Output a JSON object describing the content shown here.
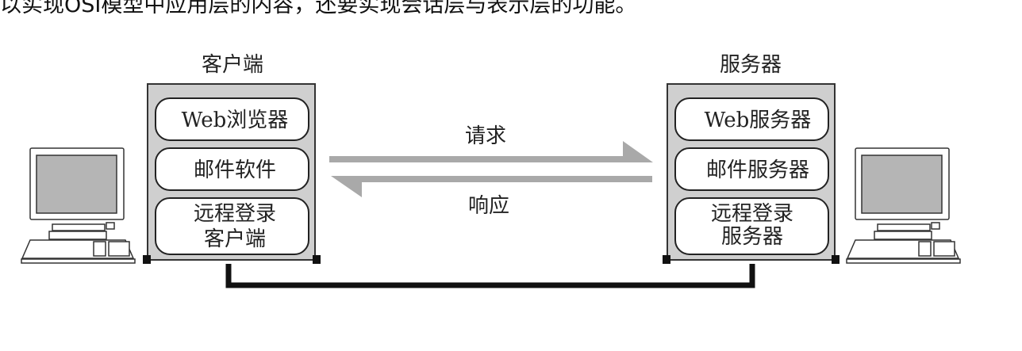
{
  "intro_text": "以实现OSI模型中应用层的内容，还要实现会话层与表示层的功能。",
  "client": {
    "title": "客户端",
    "layers": [
      {
        "lines": [
          "Web浏览器"
        ]
      },
      {
        "lines": [
          "邮件软件"
        ]
      },
      {
        "lines": [
          "远程登录",
          "客户端"
        ]
      }
    ]
  },
  "server": {
    "title": "服务器",
    "layers": [
      {
        "lines": [
          "Web服务器"
        ]
      },
      {
        "lines": [
          "邮件服务器"
        ]
      },
      {
        "lines": [
          "远程登录",
          "服务器"
        ]
      }
    ]
  },
  "arrows": {
    "request": "请求",
    "response": "响应"
  },
  "colors": {
    "stack_fill": "#cfcfcf",
    "arrow": "#a9a9a9",
    "screen": "#b5b5b5",
    "line": "#111111"
  }
}
